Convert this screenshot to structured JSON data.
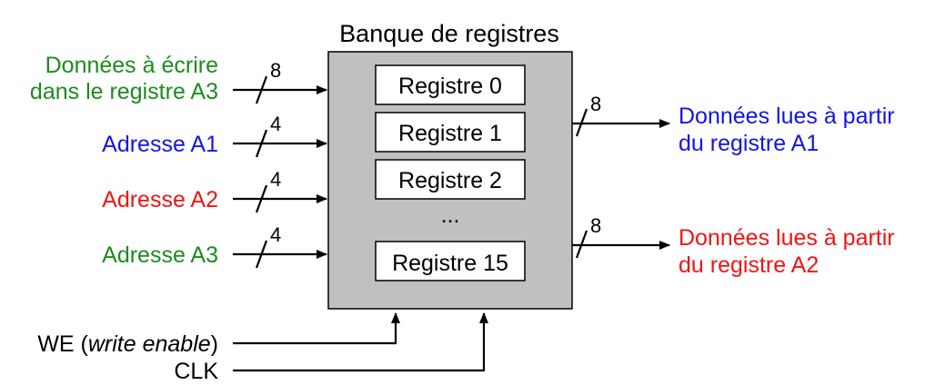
{
  "title": "Banque de registres",
  "colors": {
    "green": "#1e8b1e",
    "blue": "#1414e6",
    "red": "#f01414",
    "black": "#000000",
    "bank_fill": "#c0c0c0"
  },
  "inputs": {
    "write_data": {
      "line1": "Données à écrire",
      "line2": "dans le registre A3",
      "width": "8",
      "color": "green"
    },
    "a1": {
      "label": "Adresse A1",
      "width": "4",
      "color": "blue"
    },
    "a2": {
      "label": "Adresse A2",
      "width": "4",
      "color": "red"
    },
    "a3": {
      "label": "Adresse A3",
      "width": "4",
      "color": "green"
    }
  },
  "registers": [
    "Registre 0",
    "Registre 1",
    "Registre 2",
    "Registre 15"
  ],
  "ellipsis": "...",
  "outputs": {
    "rd1": {
      "line1": "Données lues à partir",
      "line2": "du registre A1",
      "width": "8",
      "color": "blue"
    },
    "rd2": {
      "line1": "Données lues à partir",
      "line2": "du registre A2",
      "width": "8",
      "color": "red"
    }
  },
  "control": {
    "we": {
      "prefix": "WE (",
      "italic": "write enable",
      "suffix": ")"
    },
    "clk": {
      "label": "CLK"
    }
  }
}
